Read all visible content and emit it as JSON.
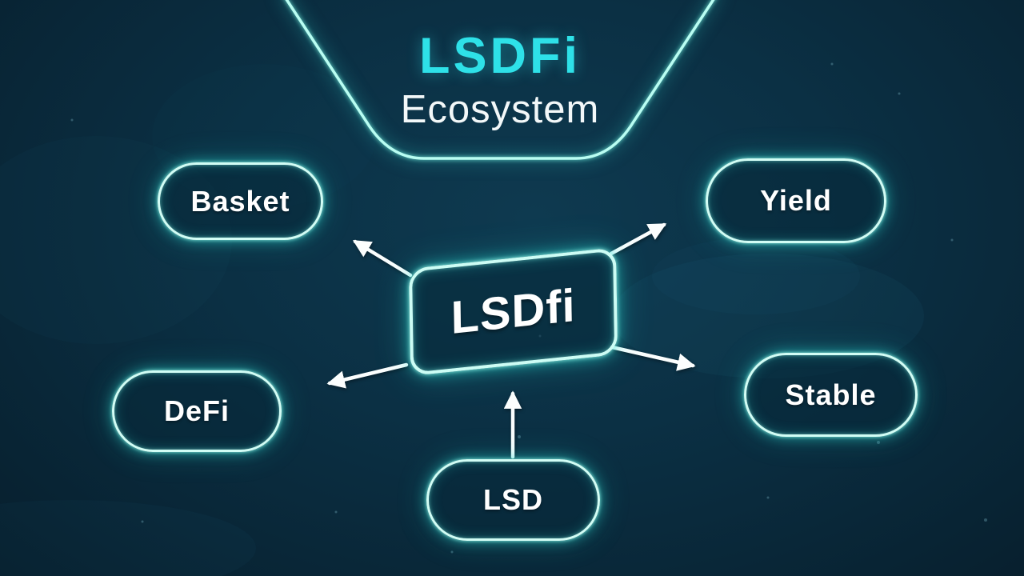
{
  "header": {
    "title": "LSDFi",
    "subtitle": "Ecosystem"
  },
  "center": {
    "label": "LSDfi"
  },
  "nodes": [
    {
      "id": "basket",
      "label": "Basket"
    },
    {
      "id": "yield",
      "label": "Yield"
    },
    {
      "id": "defi",
      "label": "DeFi"
    },
    {
      "id": "stable",
      "label": "Stable"
    },
    {
      "id": "lsd",
      "label": "LSD"
    }
  ],
  "edges": [
    {
      "from": "LSDfi",
      "to": "Basket",
      "direction": "outward"
    },
    {
      "from": "LSDfi",
      "to": "Yield",
      "direction": "outward"
    },
    {
      "from": "LSDfi",
      "to": "DeFi",
      "direction": "outward"
    },
    {
      "from": "LSDfi",
      "to": "Stable",
      "direction": "outward"
    },
    {
      "from": "LSD",
      "to": "LSDfi",
      "direction": "inward"
    }
  ],
  "colors": {
    "background": "#0b3044",
    "accent_cyan": "#2ee1e8",
    "neon_outline": "#b9fdf2",
    "arrow": "#ffffff",
    "text": "#ffffff"
  }
}
